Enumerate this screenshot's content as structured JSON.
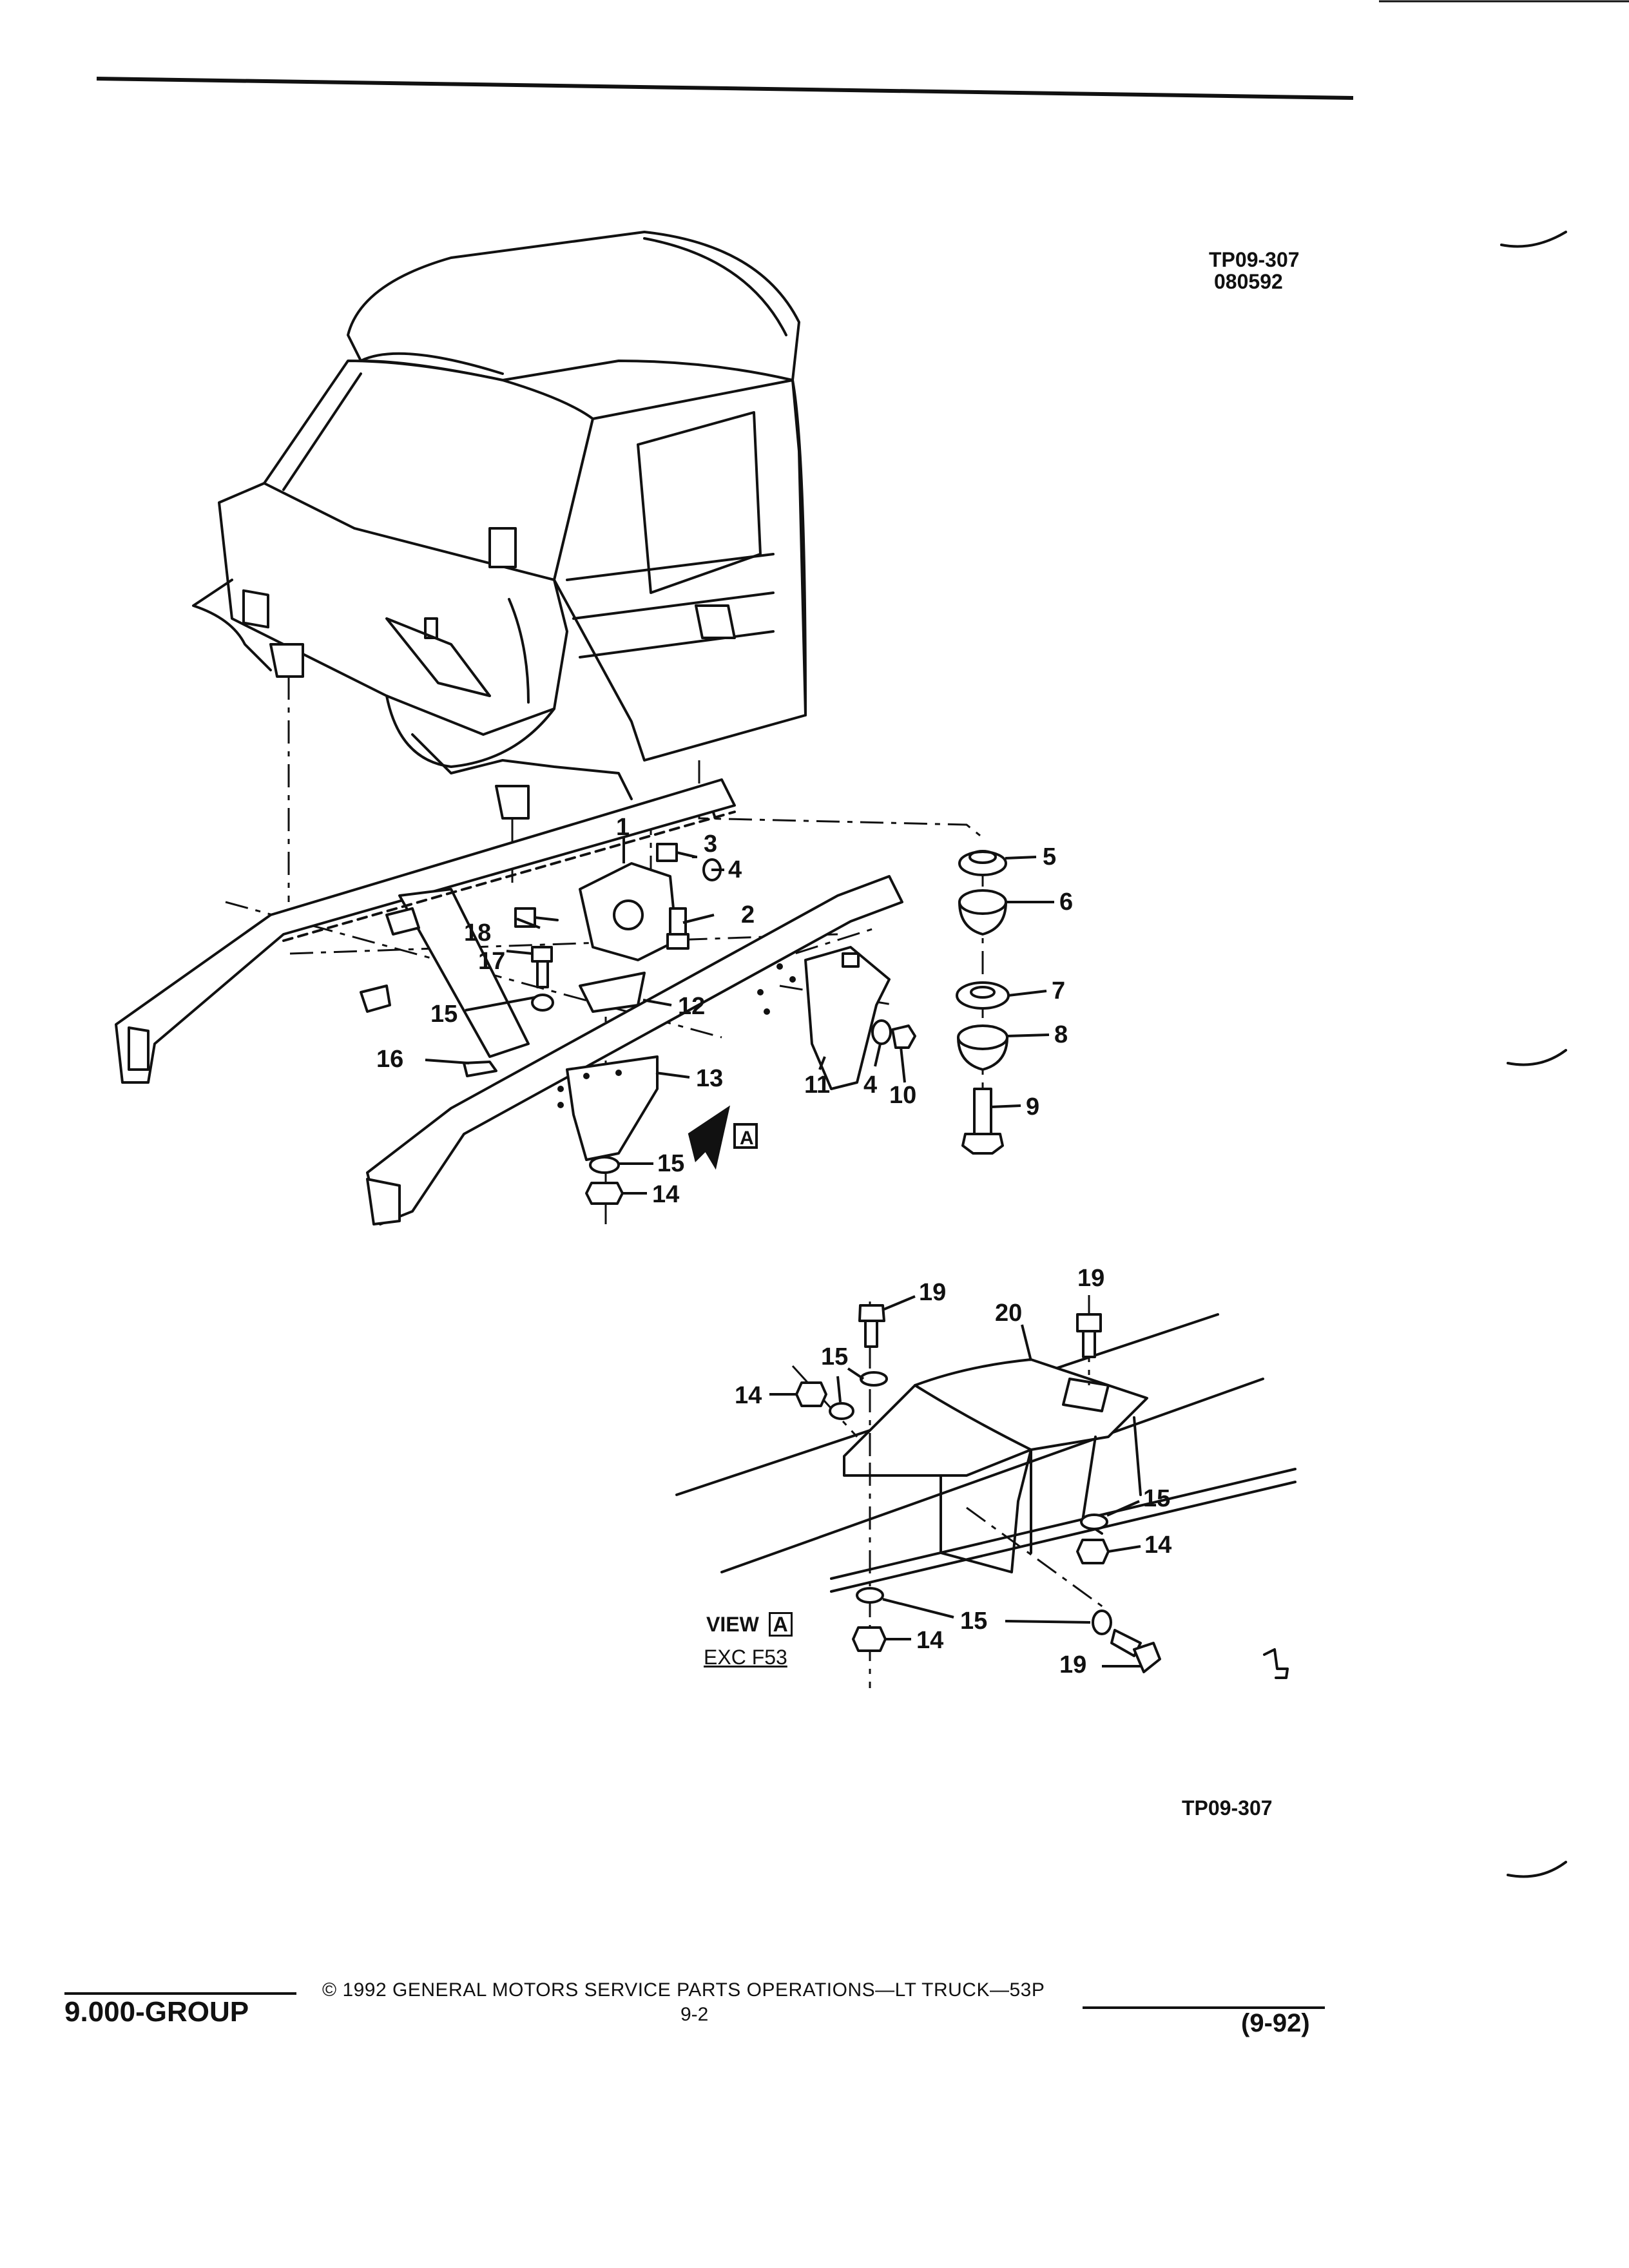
{
  "header": {
    "drawing_id": "TP09-307",
    "drawing_date": "080592"
  },
  "callouts": {
    "c1": "1",
    "c2": "2",
    "c3": "3",
    "c4a": "4",
    "c4b": "4",
    "c5": "5",
    "c6": "6",
    "c7": "7",
    "c8": "8",
    "c9": "9",
    "c10": "10",
    "c11": "11",
    "c12": "12",
    "c13": "13",
    "c14a": "14",
    "c15a": "15",
    "c15b": "15",
    "c16": "16",
    "c17": "17",
    "c18": "18",
    "view_marker": "A",
    "d19a": "19",
    "d19b": "19",
    "d19c": "19",
    "d20": "20",
    "d15a": "15",
    "d15b": "15",
    "d15c": "15",
    "d14a": "14",
    "d14b": "14",
    "d14c": "14"
  },
  "detail": {
    "view_label": "VIEW",
    "view_letter": "A",
    "applicability": "EXC F53"
  },
  "footer_drawing_id": "TP09-307",
  "footer": {
    "group": "9.000-GROUP",
    "copyright": "© 1992 GENERAL MOTORS SERVICE PARTS OPERATIONS—LT TRUCK—53P",
    "page_number": "9-2",
    "revision": "(9-92)"
  }
}
